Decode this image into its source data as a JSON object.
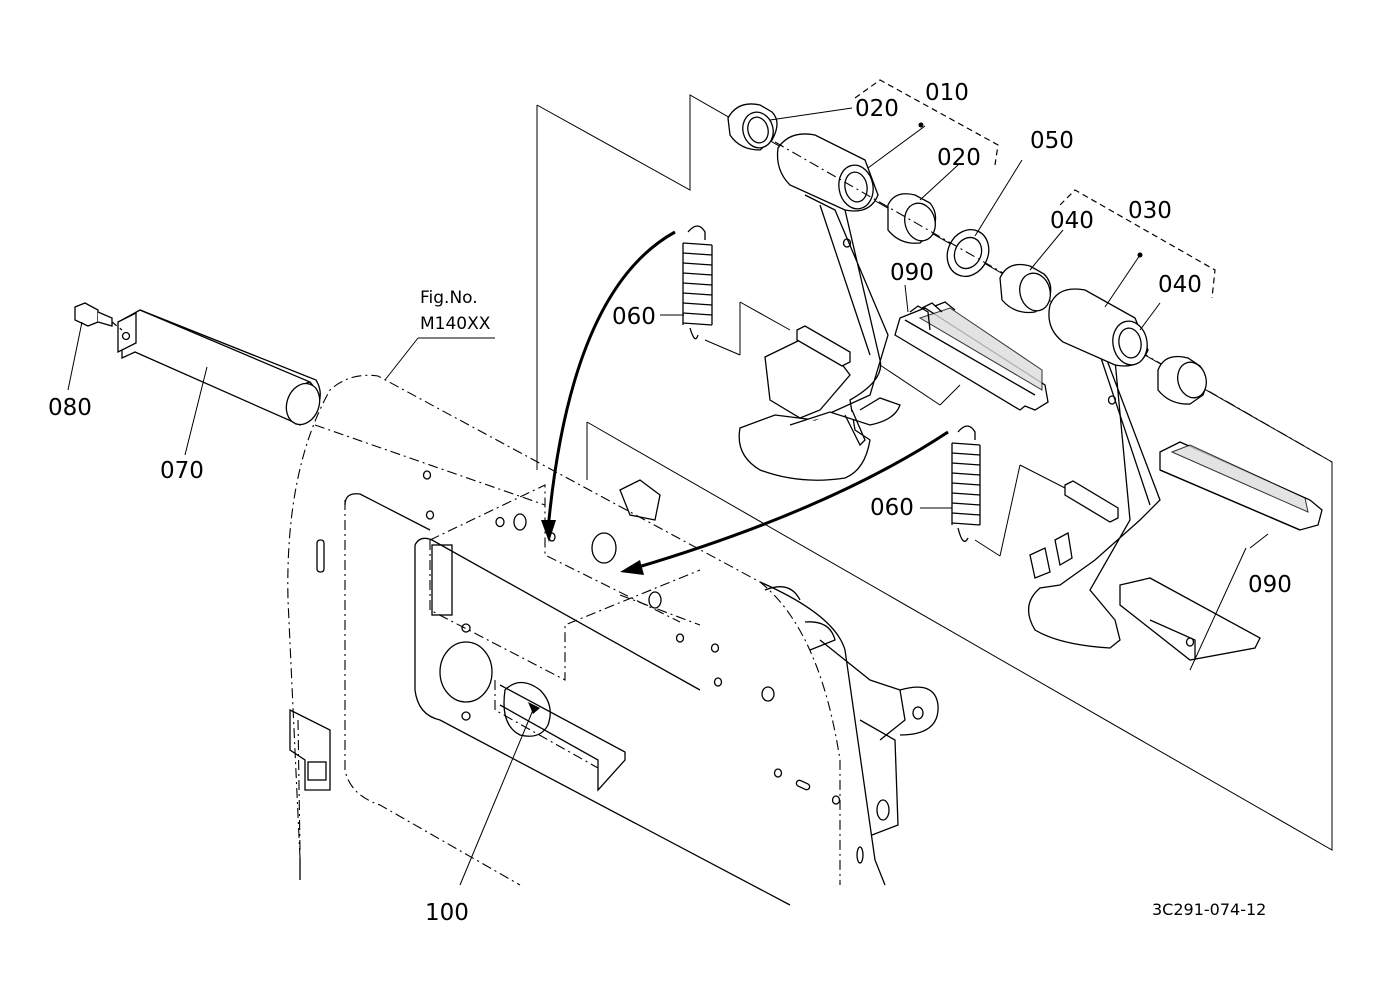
{
  "figure": {
    "fig_no_label": "Fig.No.",
    "fig_no_value": "M140XX",
    "drawing_code": "3C291-074-12"
  },
  "callouts": {
    "p010": "010",
    "p020_top": "020",
    "p020_mid": "020",
    "p030": "030",
    "p040_left": "040",
    "p040_right": "040",
    "p050": "050",
    "p060_upper": "060",
    "p060_lower": "060",
    "p070": "070",
    "p080": "080",
    "p090_upper": "090",
    "p090_lower": "090",
    "p100": "100"
  }
}
